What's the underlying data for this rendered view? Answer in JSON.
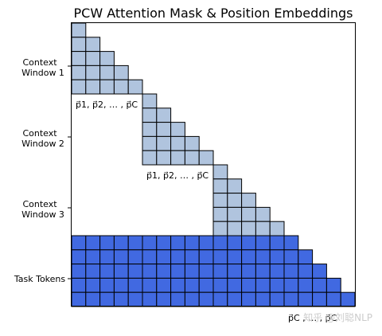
{
  "title": "PCW Attention Mask & Position Embeddings",
  "labels": {
    "context1": [
      "Context",
      "Window 1"
    ],
    "context2": [
      "Context",
      "Window 2"
    ],
    "context3": [
      "Context",
      "Window 3"
    ],
    "task": "Task Tokens"
  },
  "annotations": {
    "positions_window1": "p⃗1, p⃗2, … , p⃗C",
    "positions_window2": "p⃗1, p⃗2, … , p⃗C",
    "task_positions": "p⃗C , … , p⃗C"
  },
  "watermark": "知乎 @刘聪NLP",
  "colors": {
    "context_cell": "#b0c4de",
    "task_cell": "#4169e1",
    "grid_line": "#000000"
  },
  "mask": {
    "context_windows": 3,
    "window_size": 5,
    "task_tokens": 5
  }
}
